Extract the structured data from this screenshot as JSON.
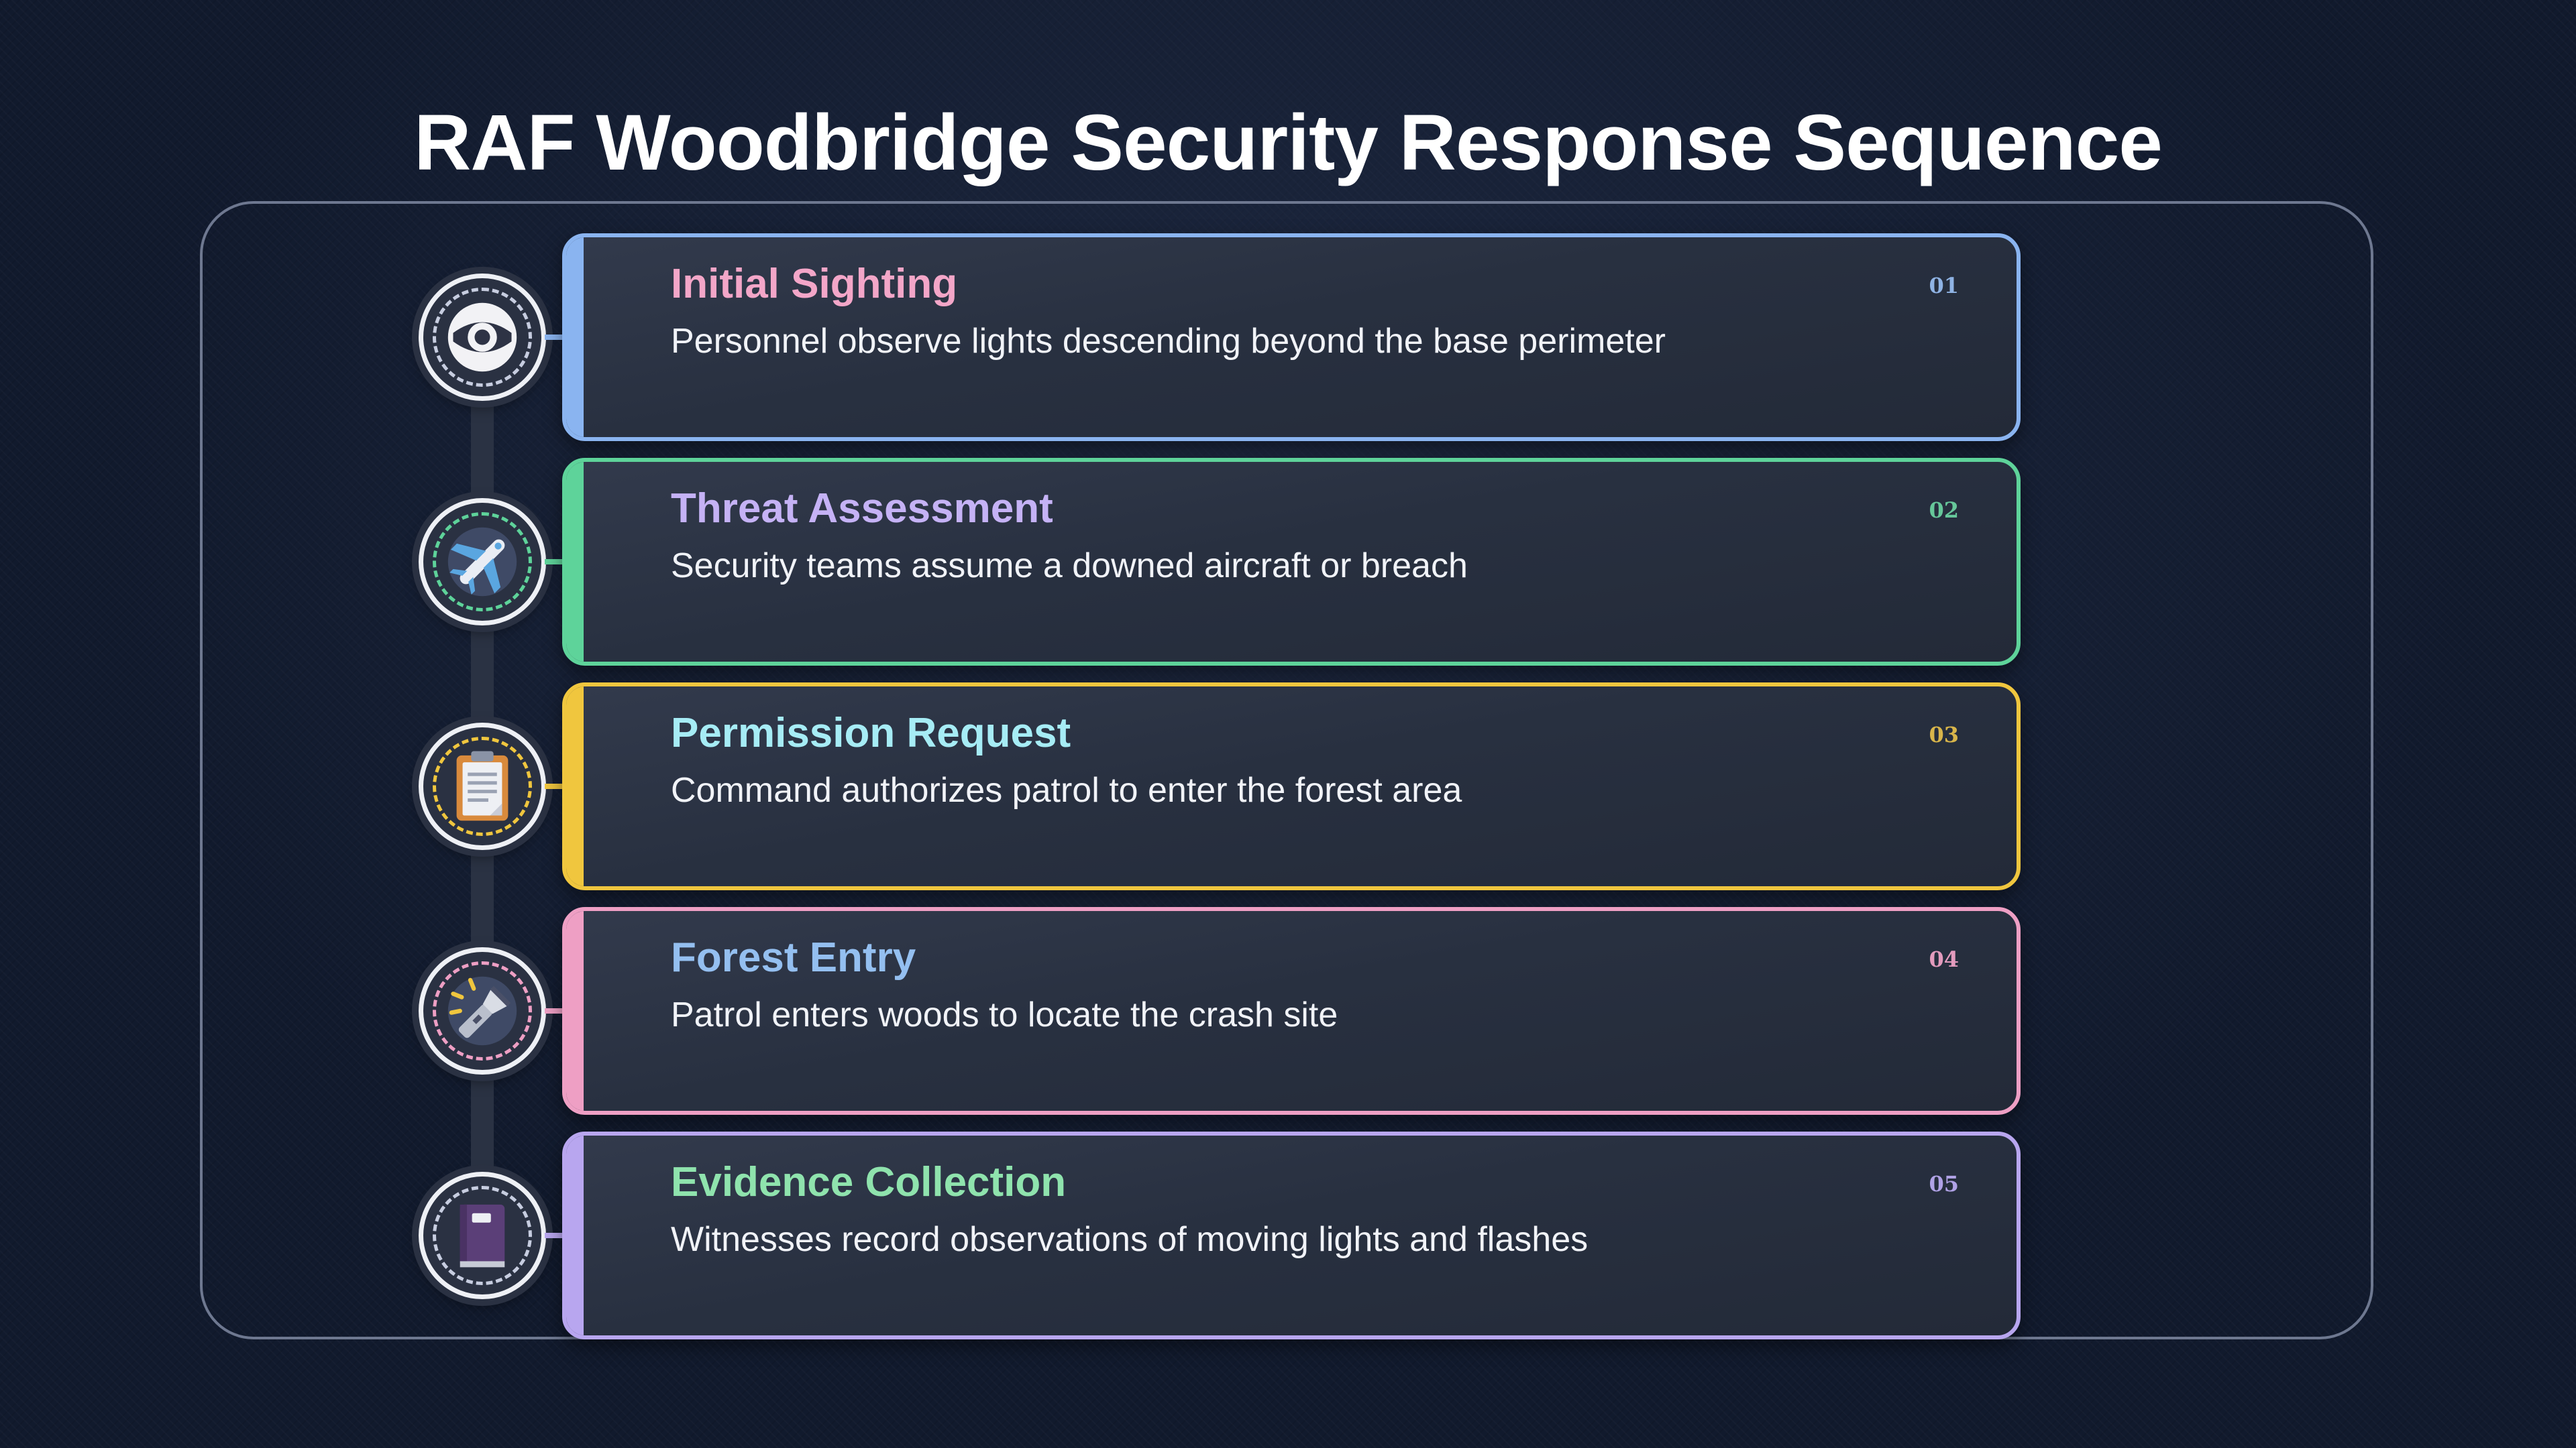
{
  "title": "RAF Woodbridge Security Response Sequence",
  "steps": [
    {
      "number": "01",
      "title": "Initial Sighting",
      "description": "Personnel observe lights descending beyond the base perimeter",
      "icon": "eye-icon",
      "border_color": "#8ab4f0",
      "title_color": "#f3a6c8",
      "number_color": "#8fb3e4"
    },
    {
      "number": "02",
      "title": "Threat Assessment",
      "description": "Security teams assume a downed aircraft or breach",
      "icon": "airplane-icon",
      "border_color": "#5ed39a",
      "title_color": "#c5b2f5",
      "number_color": "#66c79a"
    },
    {
      "number": "03",
      "title": "Permission Request",
      "description": "Command authorizes patrol to enter the forest area",
      "icon": "clipboard-icon",
      "border_color": "#f0c63e",
      "title_color": "#a6ecf5",
      "number_color": "#d8b54a"
    },
    {
      "number": "04",
      "title": "Forest Entry",
      "description": "Patrol enters woods to locate the crash site",
      "icon": "flashlight-icon",
      "border_color": "#ee9fc4",
      "title_color": "#94bff0",
      "number_color": "#e39bbd"
    },
    {
      "number": "05",
      "title": "Evidence Collection",
      "description": "Witnesses record observations of moving lights and flashes",
      "icon": "notebook-icon",
      "border_color": "#b8a6ef",
      "title_color": "#8fe3ad",
      "number_color": "#b0a2e6"
    }
  ]
}
